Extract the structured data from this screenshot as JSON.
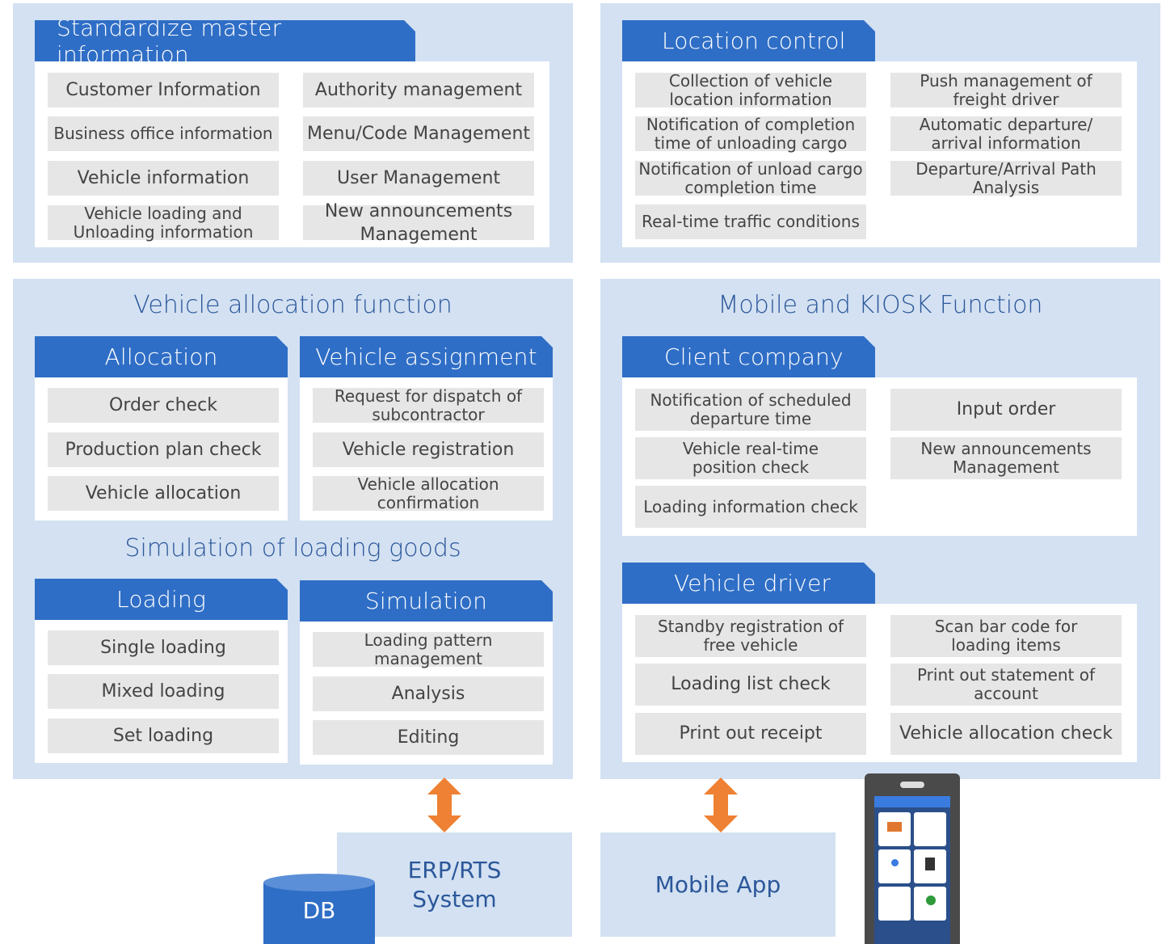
{
  "master": {
    "title": "Standardize master information",
    "items": [
      "Customer Information",
      "Authority management",
      "Business office information",
      "Menu/Code Management",
      "Vehicle information",
      "User Management",
      "Vehicle loading and\nUnloading information",
      "New announcements\nManagement"
    ]
  },
  "location": {
    "title": "Location control",
    "items": [
      "Collection of vehicle\nlocation information",
      "Push management of\nfreight driver",
      "Notification of completion\ntime of unloading cargo",
      "Automatic departure/\narrival information",
      "Notification of unload cargo\ncompletion time",
      "Departure/Arrival Path\nAnalysis",
      "Real-time traffic conditions"
    ]
  },
  "allocation_section": {
    "title": "Vehicle allocation function",
    "allocation": {
      "title": "Allocation",
      "items": [
        "Order check",
        "Production plan check",
        "Vehicle allocation"
      ]
    },
    "assignment": {
      "title": "Vehicle assignment",
      "items": [
        "Request for dispatch of\nsubcontractor",
        "Vehicle registration",
        "Vehicle allocation\nconfirmation"
      ]
    },
    "simulation_title": "Simulation of loading goods",
    "loading": {
      "title": "Loading",
      "items": [
        "Single loading",
        "Mixed loading",
        "Set loading"
      ]
    },
    "simulation": {
      "title": "Simulation",
      "items": [
        "Loading pattern management",
        "Analysis",
        "Editing"
      ]
    }
  },
  "mobile_section": {
    "title": "Mobile and KIOSK Function",
    "client": {
      "title": "Client company",
      "items": [
        "Notification of scheduled\ndeparture time",
        "Input order",
        "Vehicle real-time\nposition check",
        "New announcements\nManagement",
        "Loading information check"
      ]
    },
    "driver": {
      "title": "Vehicle driver",
      "items": [
        "Standby registration of\nfree vehicle",
        "Scan bar code for\nloading items",
        "Loading list check",
        "Print out statement of\naccount",
        "Print out receipt",
        "Vehicle allocation check"
      ]
    }
  },
  "bottom": {
    "erp": "ERP/RTS\nSystem",
    "db": "DB",
    "mobile_app": "Mobile App"
  },
  "colors": {
    "panel": "#d3e1f2",
    "tab": "#2f6ec6",
    "item": "#e6e6e6",
    "heading": "#2b579a",
    "arrow": "#ee8133",
    "db": "#2f6ec6"
  },
  "icons": [
    "bidirectional-arrow-icon",
    "database-icon",
    "phone-icon"
  ]
}
